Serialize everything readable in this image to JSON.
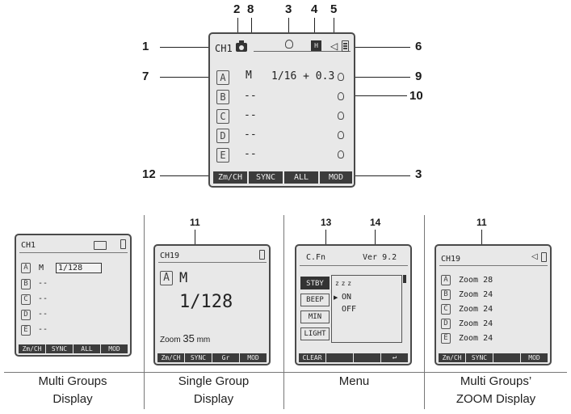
{
  "main": {
    "channel": "CH1",
    "mode": "M",
    "power": "1/16 + 0.3",
    "groups": [
      "A",
      "B",
      "C",
      "D",
      "E"
    ],
    "dash": "--",
    "softkeys": [
      "Zm/CH",
      "SYNC",
      "ALL",
      "MOD"
    ],
    "callouts": {
      "c1": "1",
      "c2": "2",
      "c3": "3",
      "c4": "4",
      "c5": "5",
      "c6": "6",
      "c7": "7",
      "c8": "8",
      "c9": "9",
      "c10": "10",
      "c12": "12",
      "c3b": "3"
    }
  },
  "multi": {
    "channel": "CH1",
    "mode": "M",
    "power": "1/128",
    "groups": [
      "A",
      "B",
      "C",
      "D",
      "E"
    ],
    "dash": "--",
    "softkeys": [
      "Zm/CH",
      "SYNC",
      "ALL",
      "MOD"
    ],
    "caption_l1": "Multi Groups",
    "caption_l2": "Display"
  },
  "single": {
    "channel": "CH19",
    "group": "A",
    "mode": "M",
    "power": "1/128",
    "zoom_label": "Zoom",
    "zoom_value": "35",
    "zoom_unit": "mm",
    "softkeys": [
      "Zm/CH",
      "SYNC",
      "Gr",
      "MOD"
    ],
    "callout": "11",
    "caption_l1": "Single Group",
    "caption_l2": "Display"
  },
  "menu": {
    "title": "C.Fn",
    "version": "Ver 9.2",
    "items": [
      "STBY",
      "BEEP",
      "MIN",
      "LIGHT"
    ],
    "zz": "z z z",
    "options": [
      "ON",
      "OFF"
    ],
    "softkeys": [
      "CLEAR",
      "",
      "",
      "↵"
    ],
    "callout13": "13",
    "callout14": "14",
    "caption": "Menu"
  },
  "zoom": {
    "channel": "CH19",
    "groups": [
      "A",
      "B",
      "C",
      "D",
      "E"
    ],
    "zooms": [
      "Zoom 28",
      "Zoom 24",
      "Zoom 24",
      "Zoom 24",
      "Zoom 24"
    ],
    "softkeys": [
      "Zm/CH",
      "SYNC",
      "",
      "MOD"
    ],
    "callout": "11",
    "caption_l1": "Multi Groups’",
    "caption_l2": "ZOOM Display"
  }
}
